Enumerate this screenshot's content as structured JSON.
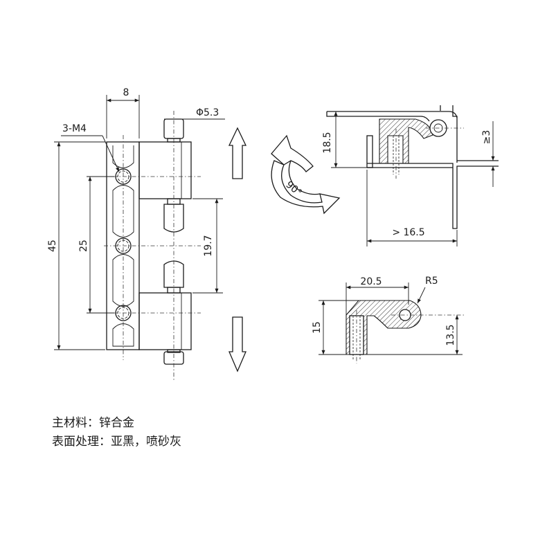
{
  "front_view": {
    "dim_width": "8",
    "dim_pin_dia": "Φ5.3",
    "dim_thread": "3-M4",
    "dim_height": "45",
    "dim_pitch": "25",
    "dim_gap": "19.7"
  },
  "rotation_label": "90°",
  "top_view": {
    "dim_height": "18.5",
    "dim_offset": "≥3",
    "dim_depth": "> 16.5"
  },
  "side_view": {
    "dim_width": "20.5",
    "dim_radius": "R5",
    "dim_height": "15",
    "dim_center": "13.5"
  },
  "notes": {
    "material": "主材料：锌合金",
    "finish": "表面处理：亚黑，喷砂灰"
  }
}
